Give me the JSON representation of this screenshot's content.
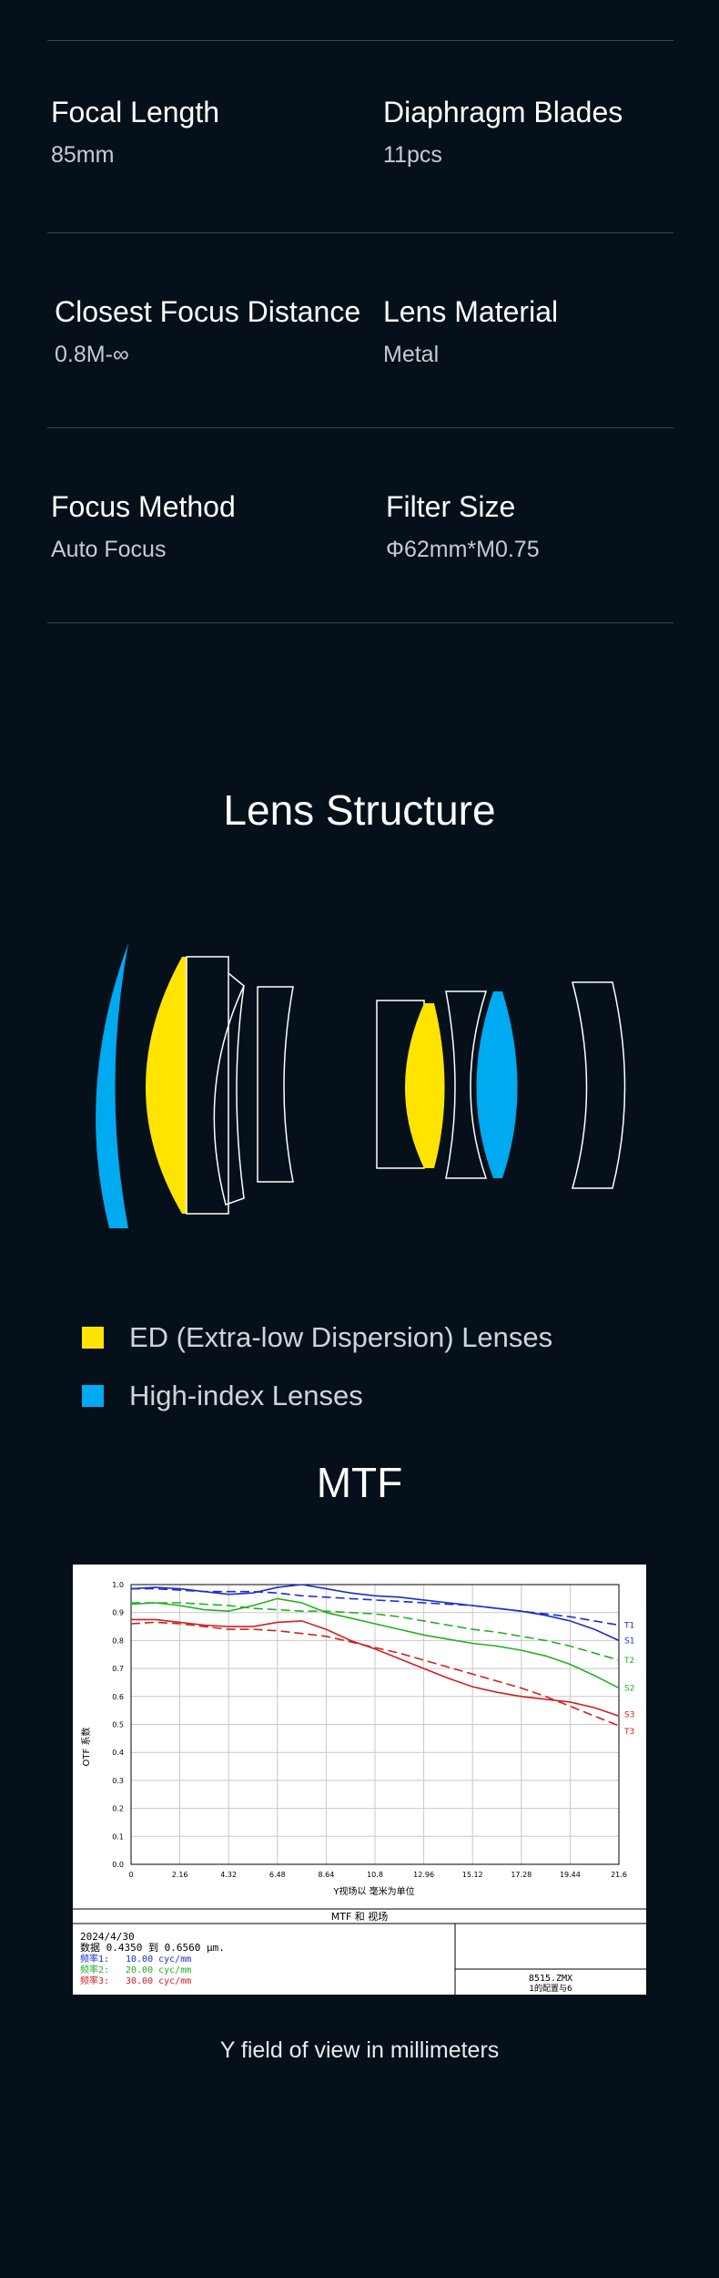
{
  "specs": [
    {
      "name": "Focal Length",
      "value": "85mm"
    },
    {
      "name": "Diaphragm Blades",
      "value": "11pcs"
    },
    {
      "name": "Closest Focus Distance",
      "value": "0.8M-∞"
    },
    {
      "name": "Lens Material",
      "value": "Metal"
    },
    {
      "name": "Focus Method",
      "value": "Auto Focus"
    },
    {
      "name": "Filter Size",
      "value": "Φ62mm*M0.75"
    }
  ],
  "structure": {
    "title": "Lens Structure",
    "legend": [
      {
        "label": "ED (Extra-low Dispersion) Lenses",
        "color": "#ffe400"
      },
      {
        "label": "High-index Lenses",
        "color": "#00aaf0"
      }
    ]
  },
  "mtf": {
    "title": "MTF",
    "caption": "Y field of view in millimeters",
    "ylabel": "OTF 系数",
    "xlabel": "Y视场以 毫米为单位",
    "panel_title": "MTF 和 视场",
    "info": {
      "date": "2024/4/30",
      "range": "数据 0.4350 到 0.6560 μm.",
      "freq": [
        {
          "label": "频率1:",
          "value": "10.00 cyc/mm",
          "color": "#1a2fd0"
        },
        {
          "label": "频率2:",
          "value": "20.00 cyc/mm",
          "color": "#22b022"
        },
        {
          "label": "频率3:",
          "value": "30.00 cyc/mm",
          "color": "#d02020"
        }
      ],
      "code": "8515.ZMX",
      "config": "1的配置与6"
    }
  },
  "chart_data": {
    "type": "line",
    "title": "MTF 和 视场",
    "xlabel": "Y视场以 毫米为单位",
    "ylabel": "OTF 系数",
    "xlim": [
      0,
      21.6
    ],
    "ylim": [
      0,
      1.0
    ],
    "x_ticks": [
      "0",
      "2.16",
      "4.32",
      "6.48",
      "8.64",
      "10.8",
      "12.96",
      "15.12",
      "17.28",
      "19.44",
      "21.6"
    ],
    "y_ticks": [
      "0.0",
      "0.1",
      "0.2",
      "0.3",
      "0.4",
      "0.5",
      "0.6",
      "0.7",
      "0.8",
      "0.9",
      "1.0"
    ],
    "grid": true,
    "x": [
      0,
      1.08,
      2.16,
      3.24,
      4.32,
      5.4,
      6.48,
      7.56,
      8.64,
      9.72,
      10.8,
      11.88,
      12.96,
      14.04,
      15.12,
      16.2,
      17.28,
      18.36,
      19.44,
      20.52,
      21.6
    ],
    "series": [
      {
        "name": "T1",
        "color": "#1a2fd0",
        "dash": true,
        "values": [
          0.985,
          0.985,
          0.98,
          0.975,
          0.975,
          0.975,
          0.97,
          0.96,
          0.955,
          0.95,
          0.945,
          0.94,
          0.935,
          0.93,
          0.925,
          0.915,
          0.905,
          0.895,
          0.885,
          0.87,
          0.855
        ]
      },
      {
        "name": "S1",
        "color": "#1a2fd0",
        "dash": false,
        "values": [
          0.985,
          0.99,
          0.985,
          0.975,
          0.965,
          0.97,
          0.99,
          1.0,
          0.985,
          0.97,
          0.96,
          0.955,
          0.945,
          0.935,
          0.925,
          0.915,
          0.905,
          0.89,
          0.87,
          0.84,
          0.8
        ]
      },
      {
        "name": "T2",
        "color": "#22b022",
        "dash": true,
        "values": [
          0.935,
          0.935,
          0.935,
          0.93,
          0.925,
          0.915,
          0.91,
          0.905,
          0.905,
          0.9,
          0.895,
          0.885,
          0.87,
          0.855,
          0.84,
          0.83,
          0.815,
          0.8,
          0.78,
          0.755,
          0.73
        ]
      },
      {
        "name": "S2",
        "color": "#22b022",
        "dash": false,
        "values": [
          0.93,
          0.935,
          0.925,
          0.91,
          0.905,
          0.925,
          0.95,
          0.935,
          0.9,
          0.88,
          0.86,
          0.84,
          0.82,
          0.805,
          0.79,
          0.78,
          0.765,
          0.745,
          0.715,
          0.675,
          0.63
        ]
      },
      {
        "name": "T3",
        "color": "#d02020",
        "dash": true,
        "values": [
          0.86,
          0.865,
          0.86,
          0.85,
          0.84,
          0.84,
          0.835,
          0.825,
          0.815,
          0.795,
          0.775,
          0.755,
          0.73,
          0.705,
          0.68,
          0.655,
          0.63,
          0.6,
          0.565,
          0.53,
          0.495
        ]
      },
      {
        "name": "S3",
        "color": "#d02020",
        "dash": false,
        "values": [
          0.875,
          0.875,
          0.865,
          0.855,
          0.85,
          0.85,
          0.865,
          0.87,
          0.84,
          0.8,
          0.77,
          0.735,
          0.7,
          0.665,
          0.635,
          0.615,
          0.6,
          0.59,
          0.58,
          0.56,
          0.53
        ]
      }
    ],
    "legend_placement": "right"
  }
}
